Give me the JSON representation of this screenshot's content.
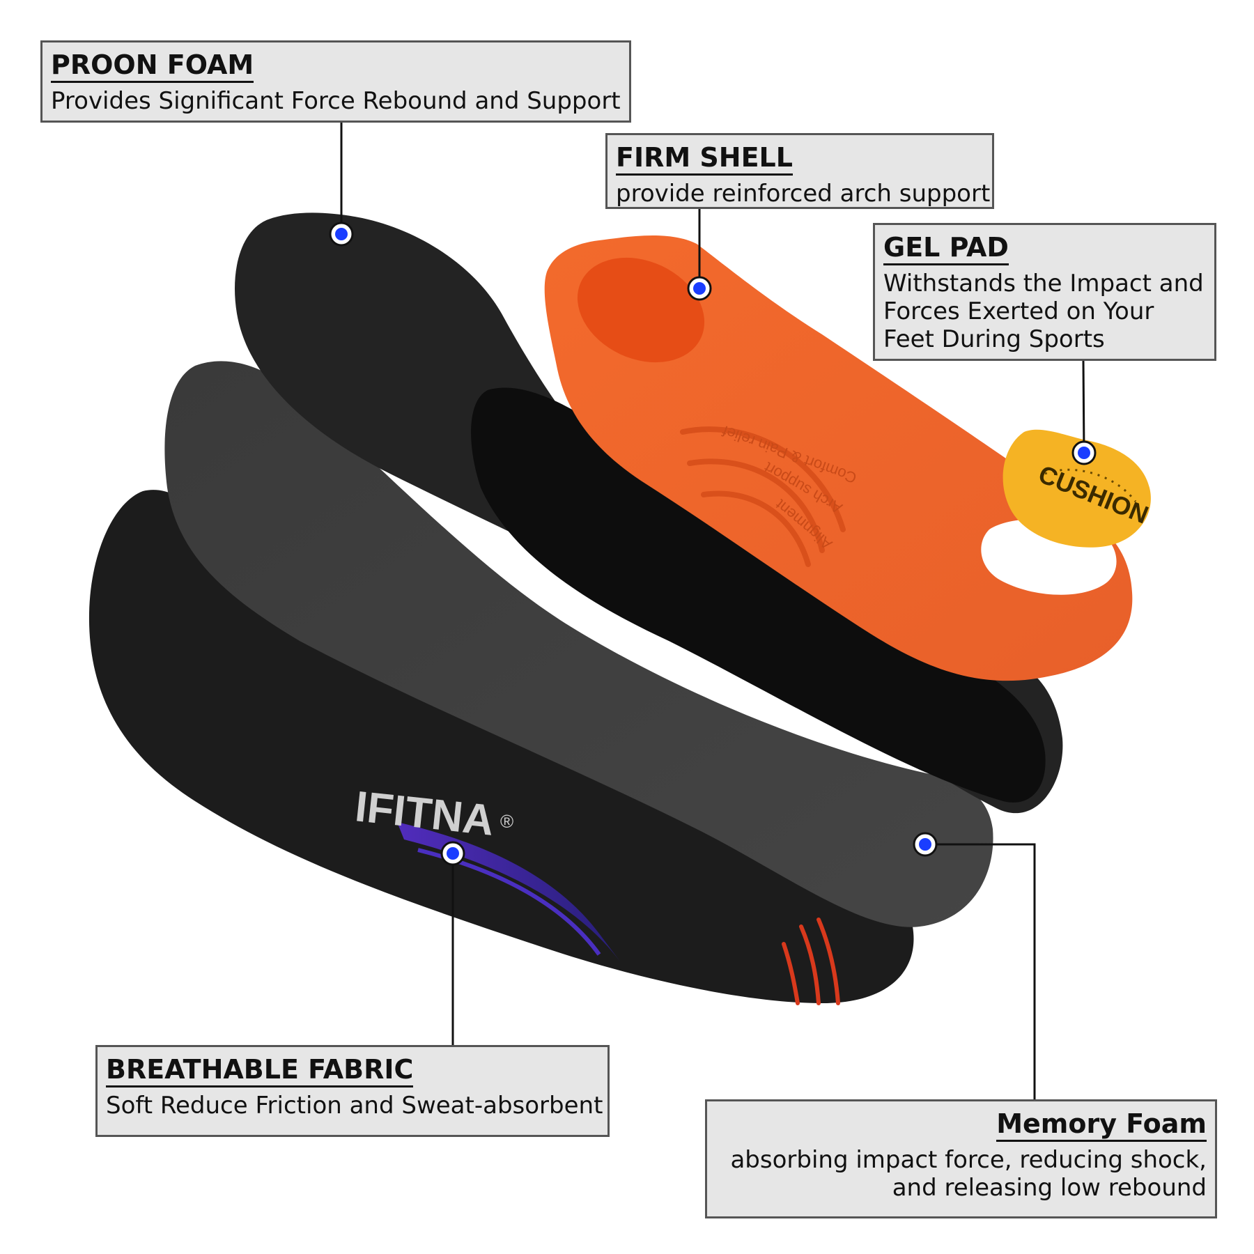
{
  "callouts": {
    "proon_foam": {
      "title": "PROON FOAM",
      "desc": "Provides Significant Force Rebound and Support"
    },
    "firm_shell": {
      "title": "FIRM SHELL",
      "desc": "provide reinforced arch support"
    },
    "gel_pad": {
      "title": "GEL PAD",
      "desc": "Withstands the Impact and Forces Exerted on Your Feet During Sports"
    },
    "breathable_fabric": {
      "title": "BREATHABLE FABRIC",
      "desc": "Soft Reduce Friction and Sweat-absorbent"
    },
    "memory_foam": {
      "title": "Memory Foam",
      "desc": "absorbing impact force, reducing shock, and releasing low rebound"
    }
  },
  "product": {
    "brand_logo": "IFITNA",
    "registered_mark": "®",
    "gel_pad_text": "CUSHION",
    "shell_embossed": [
      "Comfort & Pain relief",
      "Arch support",
      "Alignment"
    ]
  },
  "colors": {
    "background": "#ffffff",
    "callout_bg": "#e6e6e6",
    "callout_border": "#555555",
    "marker_dot": "#1a3dff",
    "shell_orange": "#f06a2e",
    "gel_yellow": "#f5b324",
    "insole_black": "#1c1c1c",
    "foam_gray": "#3d3d3d"
  }
}
